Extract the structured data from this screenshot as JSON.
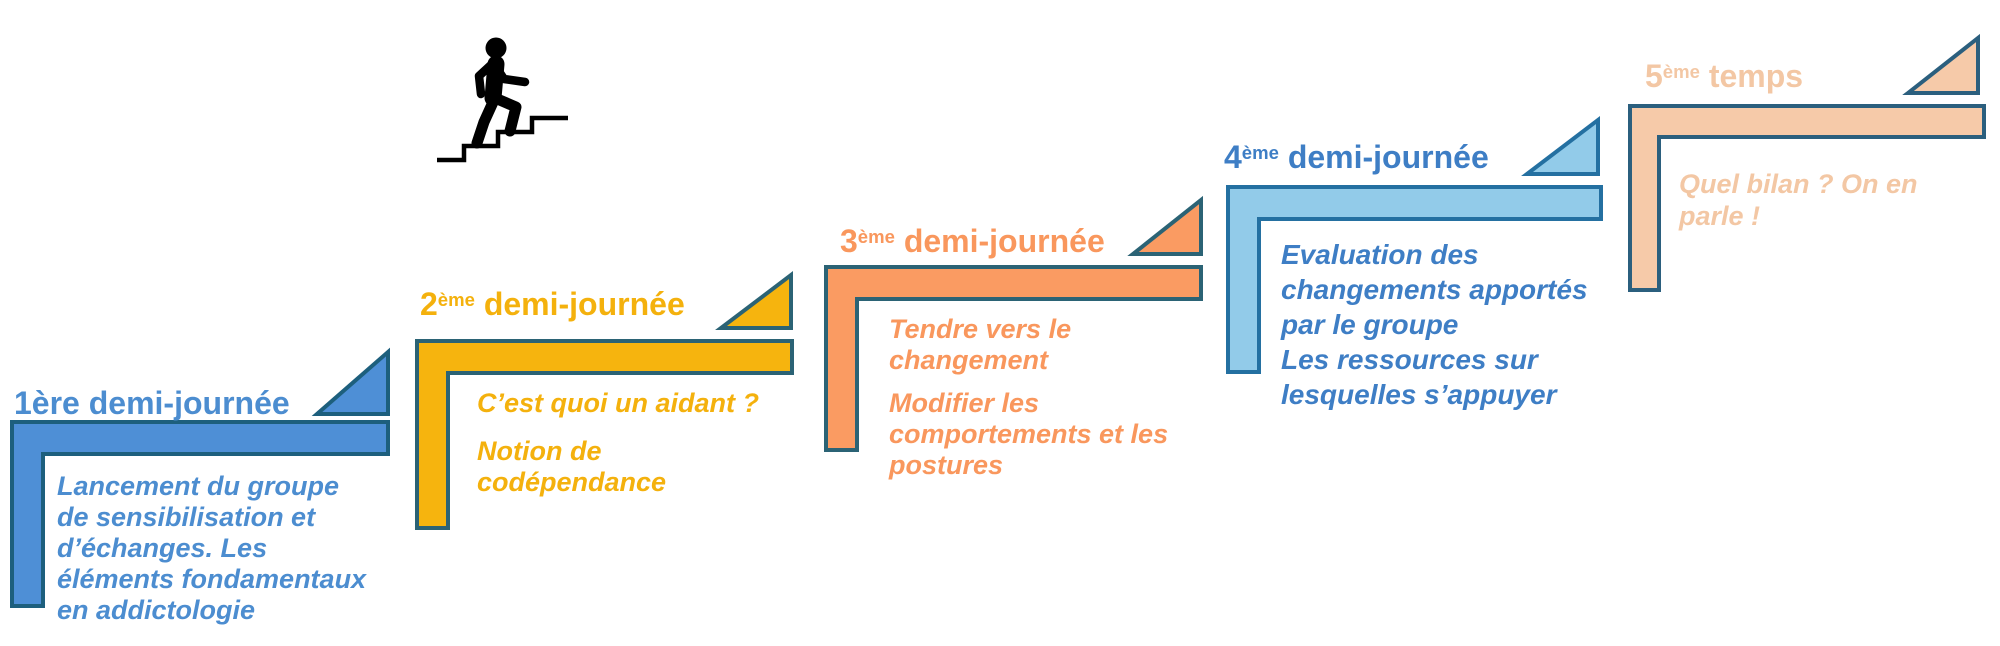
{
  "canvas": {
    "background": "#FFFFFF",
    "ink": "#000000"
  },
  "icon": {
    "name": "person-climbing-stairs-icon",
    "color": "#000000"
  },
  "steps": [
    {
      "header": {
        "num": "1ère demi-journée",
        "sup": "",
        "rest": ""
      },
      "body": [
        [
          "Lancement du groupe",
          "de sensibilisation et",
          "d’échanges. Les",
          "éléments fondamentaux",
          "en addictologie"
        ]
      ],
      "colors": {
        "fill": "#4E8FD6",
        "border": "#1D5F7D",
        "text": "#4C8DD0"
      }
    },
    {
      "header": {
        "num": "2",
        "sup": "ème",
        "rest": " demi-journée"
      },
      "body": [
        [
          "C’est quoi un aidant ?"
        ],
        [
          "Notion de",
          "codépendance"
        ]
      ],
      "colors": {
        "fill": "#F6B40E",
        "border": "#2B6375",
        "text": "#F4B10D"
      }
    },
    {
      "header": {
        "num": "3",
        "sup": "ème",
        "rest": " demi-journée"
      },
      "body": [
        [
          "Tendre vers le",
          "changement"
        ],
        [
          "Modifier les",
          "comportements et les",
          "postures"
        ]
      ],
      "colors": {
        "fill": "#FA9B62",
        "border": "#2B6375",
        "text": "#F9975D"
      }
    },
    {
      "header": {
        "num": "4",
        "sup": "ème",
        "rest": " demi-journée"
      },
      "body": [
        [
          "Evaluation des",
          "changements apportés",
          "par le groupe",
          "Les ressources sur",
          "lesquelles s’appuyer"
        ]
      ],
      "colors": {
        "fill": "#92CBE9",
        "border": "#2470A1",
        "text": "#3E7EC5"
      }
    },
    {
      "header": {
        "num": "5",
        "sup": "ème",
        "rest": " temps"
      },
      "body": [
        [
          "Quel bilan ? On en",
          "parle !"
        ]
      ],
      "colors": {
        "fill": "#F6CAA9",
        "border": "#2B5F7E",
        "text": "#F3C7A4"
      }
    }
  ]
}
